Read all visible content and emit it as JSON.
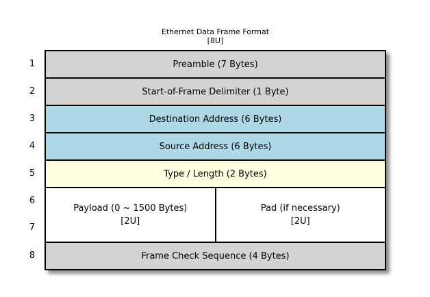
{
  "title": {
    "line1": "Ethernet Data Frame Format",
    "line2": "[8U]"
  },
  "row_numbers": [
    "1",
    "2",
    "3",
    "4",
    "5",
    "6",
    "7",
    "8"
  ],
  "rows": [
    {
      "label": "Preamble (7 Bytes)",
      "fill": "#d3d3d3"
    },
    {
      "label": "Start-of-Frame Delimiter (1 Byte)",
      "fill": "#d3d3d3"
    },
    {
      "label": "Destination Address (6 Bytes)",
      "fill": "#add8e6"
    },
    {
      "label": "Source Address (6 Bytes)",
      "fill": "#add8e6"
    },
    {
      "label": "Type / Length (2 Bytes)",
      "fill": "#ffffe0"
    },
    {
      "label": "Frame Check Sequence (4 Bytes)",
      "fill": "#d3d3d3"
    }
  ],
  "payload_row": {
    "fill": "#ffffff",
    "left": {
      "line1": "Payload (0 ~ 1500 Bytes)",
      "line2": "[2U]"
    },
    "right": {
      "line1": "Pad (if necessary)",
      "line2": "[2U]"
    }
  },
  "colors": {
    "background": "#ffffff",
    "border": "#000000",
    "gray_fill": "#d3d3d3",
    "blue_fill": "#add8e6",
    "yellow_fill": "#ffffe0",
    "white_fill": "#ffffff",
    "text": "#000000"
  }
}
